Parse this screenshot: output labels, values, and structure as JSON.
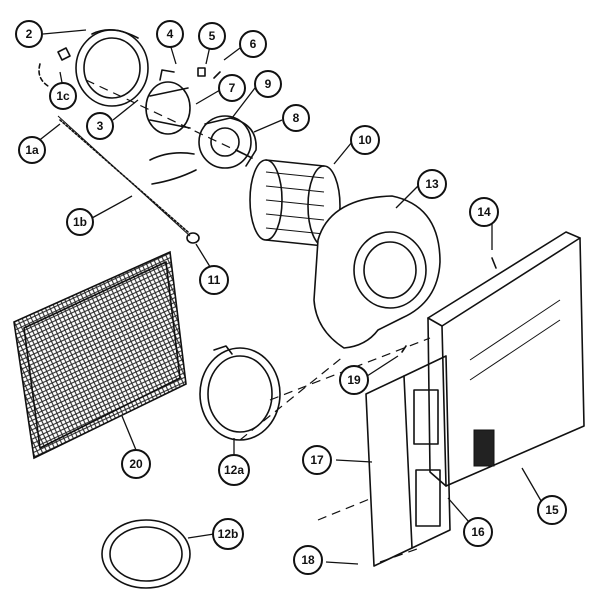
{
  "callouts": {
    "c2": "2",
    "c1c": "1c",
    "c1a": "1a",
    "c1b": "1b",
    "c3": "3",
    "c4": "4",
    "c5": "5",
    "c6": "6",
    "c7": "7",
    "c8": "8",
    "c9": "9",
    "c10": "10",
    "c11": "11",
    "c12a": "12a",
    "c12b": "12b",
    "c13": "13",
    "c14": "14",
    "c15": "15",
    "c16": "16",
    "c17": "17",
    "c18": "18",
    "c19": "19",
    "c20": "20"
  }
}
